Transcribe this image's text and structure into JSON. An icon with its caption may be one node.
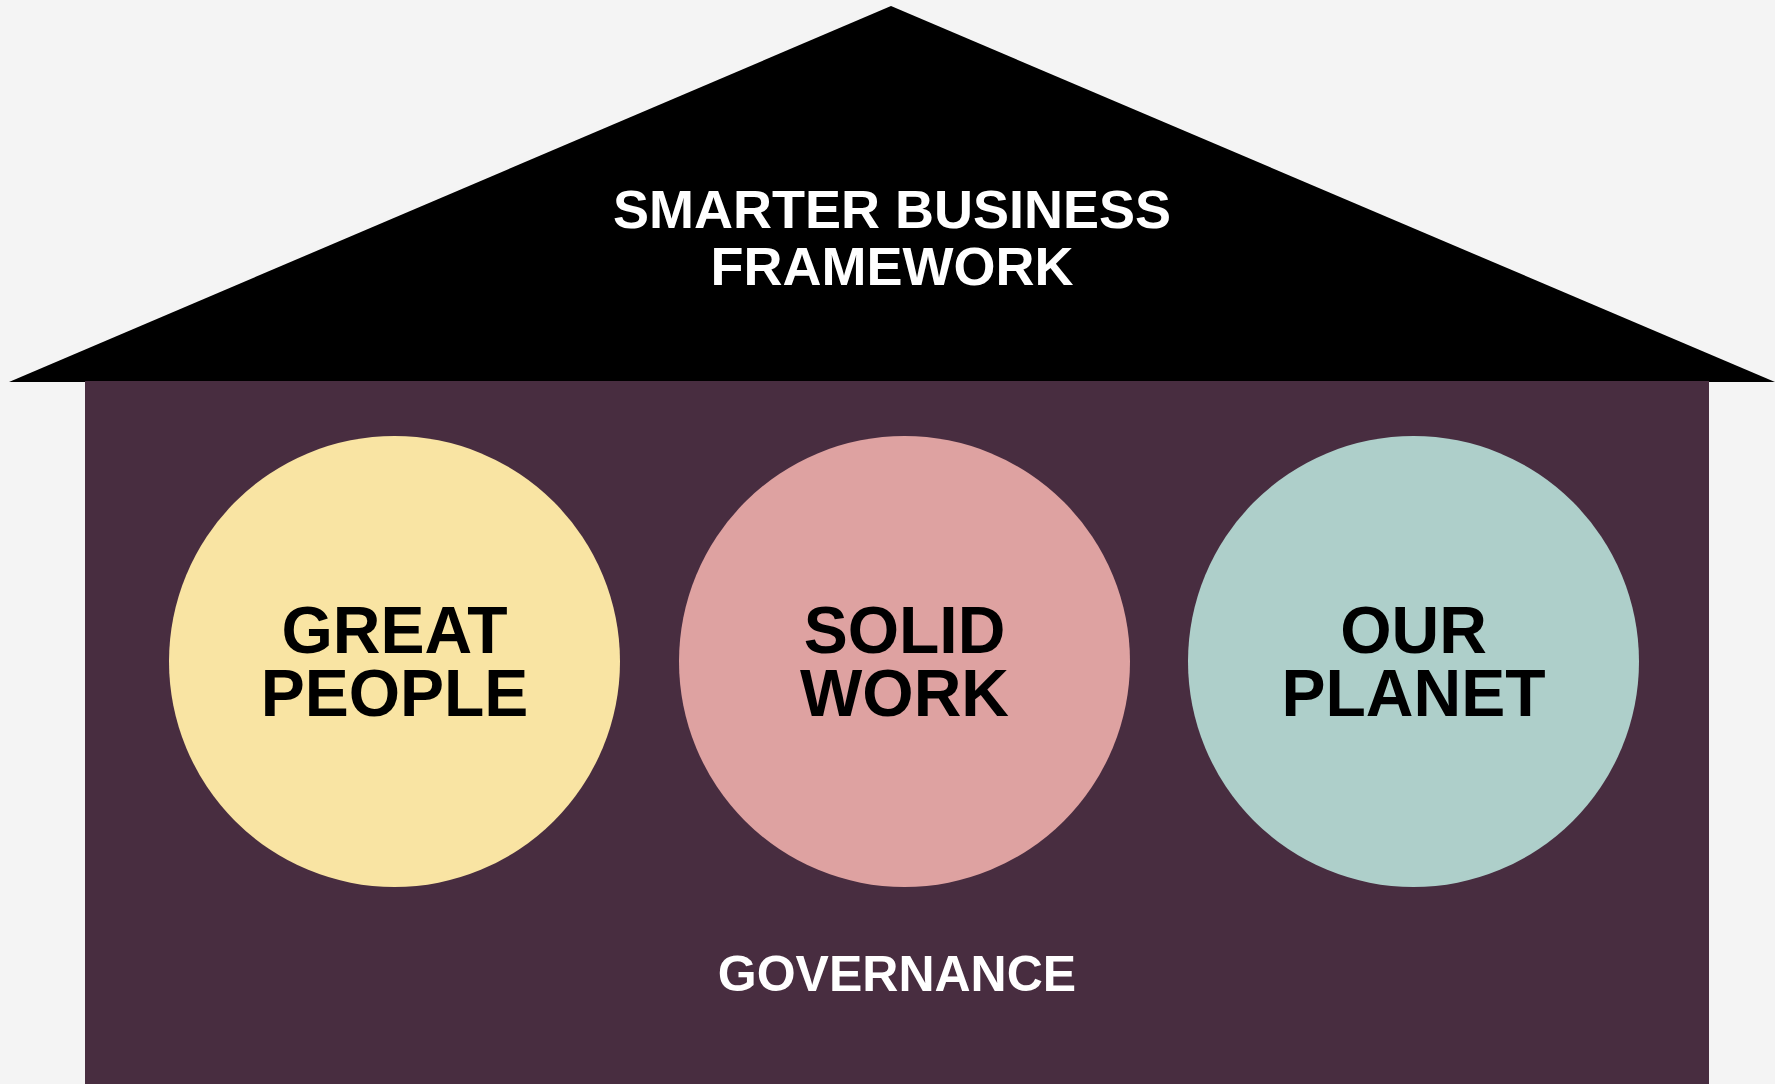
{
  "diagram": {
    "nodes": [
      {
        "text": [
          "SMARTER BUSINESS FRAMEWORK"
        ]
      },
      {
        "text": [
          "GOVERNANCE"
        ]
      },
      {
        "text": [
          "GREAT PEOPLE"
        ],
        "in": 1
      },
      {
        "text": [
          "SOLID WORK"
        ],
        "in": 1
      },
      {
        "text": [
          "OUR PLANET"
        ],
        "in": 1
      }
    ],
    "edges": []
  }
}
